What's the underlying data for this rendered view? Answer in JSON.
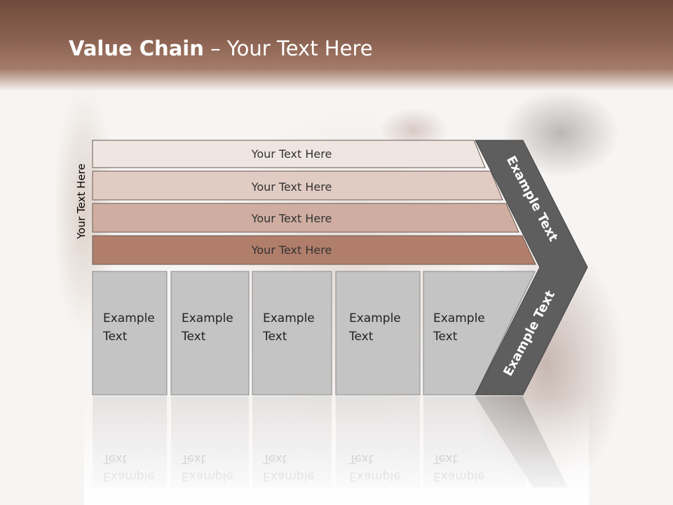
{
  "slide": {
    "title_bold": "Value Chain",
    "title_rest": " – Your Text Here",
    "side_label": "Your Text Here"
  },
  "bars": [
    {
      "label": "Your Text Here",
      "color": "#efe6e2"
    },
    {
      "label": "Your Text Here",
      "color": "#e1cbc3"
    },
    {
      "label": "Your Text Here",
      "color": "#cfaea1"
    },
    {
      "label": "Your Text Here",
      "color": "#b07e6b"
    }
  ],
  "boxes": [
    {
      "line1": "Example",
      "line2": "Text"
    },
    {
      "line1": "Example",
      "line2": "Text"
    },
    {
      "line1": "Example",
      "line2": "Text"
    },
    {
      "line1": "Example",
      "line2": "Text"
    },
    {
      "line1": "Example",
      "line2": "Text"
    }
  ],
  "chevron": {
    "upper_label": "Example Text",
    "lower_label": "Example Text",
    "color": "#5e5e5e"
  },
  "colors": {
    "header": "#8c6352",
    "box_fill": "#c4c4c4"
  }
}
